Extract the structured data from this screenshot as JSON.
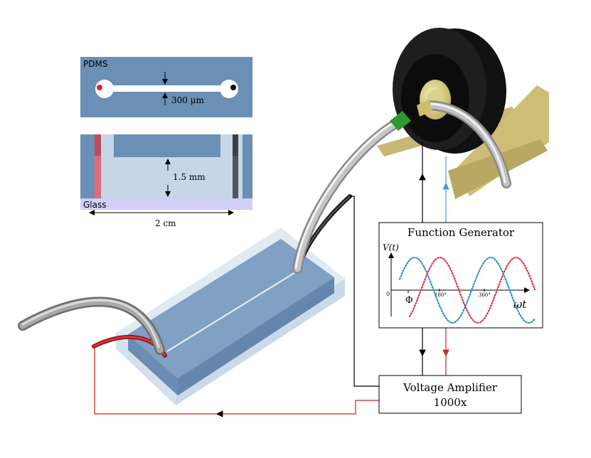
{
  "inset_top": {
    "material": "PDMS",
    "channel_width": "300 μm"
  },
  "inset_side": {
    "depth": "1.5 mm",
    "substrate": "Glass",
    "length": "2 cm"
  },
  "function_generator": {
    "title": "Function Generator",
    "y_label": "V(t)",
    "x_label": "ωt",
    "origin": "0",
    "phase_label": "Φ",
    "tick_180": "180°",
    "tick_360": "360°"
  },
  "amplifier": {
    "line1": "Voltage Amplifier",
    "line2": "1000x"
  },
  "colors": {
    "pdms": "#6b8fb5",
    "channel_fill": "#c5d6e6",
    "glass": "#cfcff8",
    "wave_blue": "#2b8fd0",
    "wave_red": "#e0364a",
    "wire_red": "#d02020",
    "wire_blue": "#3aa0d8",
    "base_tan": "#d2c27e"
  },
  "waves": {
    "blue_phase_deg": 0,
    "red_phase_deg": 60
  }
}
